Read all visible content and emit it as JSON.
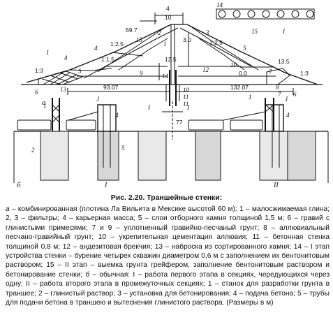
{
  "figure": {
    "labels": {
      "n1": "1",
      "n2": "2",
      "n3": "3",
      "n4": "4",
      "n5": "5",
      "n6": "6",
      "n7": "7",
      "n8": "8",
      "n9": "9",
      "n10": "10",
      "n11": "11",
      "n12": "12",
      "n13": "13",
      "n14": "14",
      "n15": "15",
      "J": "J",
      "I": "I",
      "II": "II",
      "a": "а",
      "b": "б"
    },
    "dims": {
      "d59_7": "59.7",
      "d10": "10",
      "d4": "4",
      "slope_1_25a": "1:2.5",
      "slope_1_25b": "1:2.5",
      "slope_1_3a": "1:3",
      "slope_1_3b": "1:3",
      "slope_1_15": "1:1,5",
      "slope_3_0": "3.0",
      "d13_5": "13.5",
      "d12_5": "12.5",
      "d0_0": "0.0",
      "d93_07": "93.07",
      "d132_07": "132.07",
      "d77": "77"
    }
  },
  "caption": "Рис. 2.20. Траншейные стенки:",
  "description": {
    "a_marker": "а",
    "a_text": " – комбинированная (плотина Ла Вильита в Мексике высотой 60 м): 1 – малосжимаемая глина; 2, 3 – фильтры; 4 – карьерная масса; 5 – слои отборного камня толщиной 1,5 м; 6 – гравий с глинистыми примесями; 7 и 9 – уплотненный гравийно-песчаный грунт; 8 – аллювиальный песчано-гравийный грунт; 10 – укрепительная цементация аллювия; 11 – бетонная стенка толщиной 0,8 м; 12 – андезитовая брекчия; 13 – наброска из сортированного камня; 14 – I этап устройства стенки – бурение четырех скважин диаметром 0,6 м с заполнением их бентонитовым раствором; 15 – II этап – выемка грунта грейфером, заполнение бентонитовым раствором и бетонирование стенки; ",
    "b_marker": "б",
    "b_text": " – обычная: I – работа первого этапа в секциях, чередующихся через одну; II – работа второго этапа в промежуточных секциях; 1 – станок для разработки грунта в траншее; 2 – глинистый раствор; 3 – установка для бетонирования; 4 – подача бетона; 5 – трубы для подачи бетона в траншею и вытеснения глинистого раствора. (Размеры в м)"
  }
}
